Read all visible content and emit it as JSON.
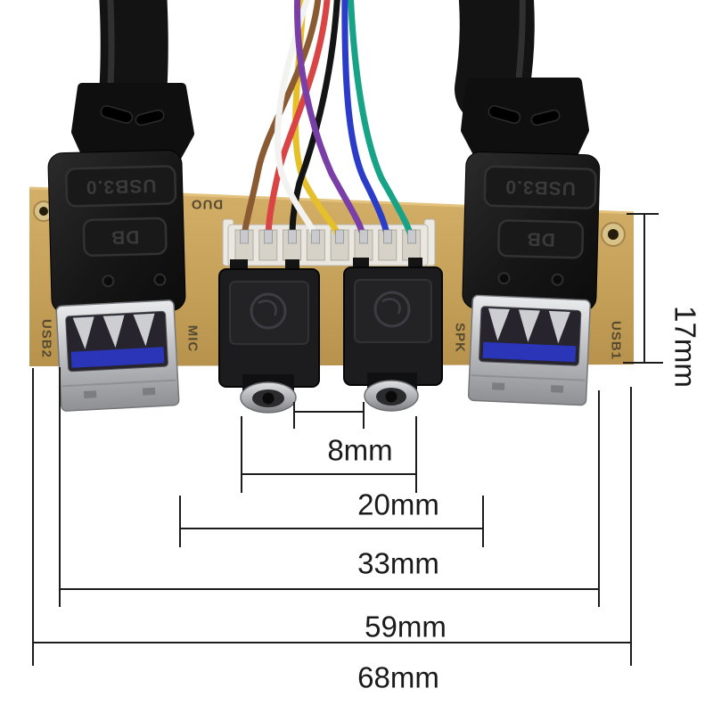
{
  "photo": {
    "connector_labels": {
      "usb3": "USB3.0",
      "db": "DB"
    },
    "pcb_silkscreen": {
      "duo": "DUO",
      "usb2": "USB2",
      "usb1": "USB1",
      "mic": "MIC",
      "spk": "SPK"
    },
    "wire_colors_left_to_right": [
      "brown",
      "red",
      "black",
      "white",
      "yellow",
      "purple",
      "blue",
      "teal"
    ]
  },
  "annotations": {
    "d8": "8mm",
    "d20": "20mm",
    "d33": "33mm",
    "d59": "59mm",
    "d68": "68mm",
    "d17": "17mm"
  },
  "colors": {
    "background": "#ffffff",
    "pcb": "#c9a55f",
    "silkscreen_text": "#564a30",
    "dimension_line": "#1c1c1c",
    "connector_body": "#161616",
    "usb_metal": "#c9cacd",
    "usb_tongue_blue": "#2a35b8",
    "wire_brown": "#8a5a33",
    "wire_red": "#d94444",
    "wire_black": "#141414",
    "wire_white": "#f2f2f0",
    "wire_yellow": "#e6c02a",
    "wire_purple": "#7a3fa6",
    "wire_blue": "#2b3cc8",
    "wire_teal": "#18a387"
  }
}
